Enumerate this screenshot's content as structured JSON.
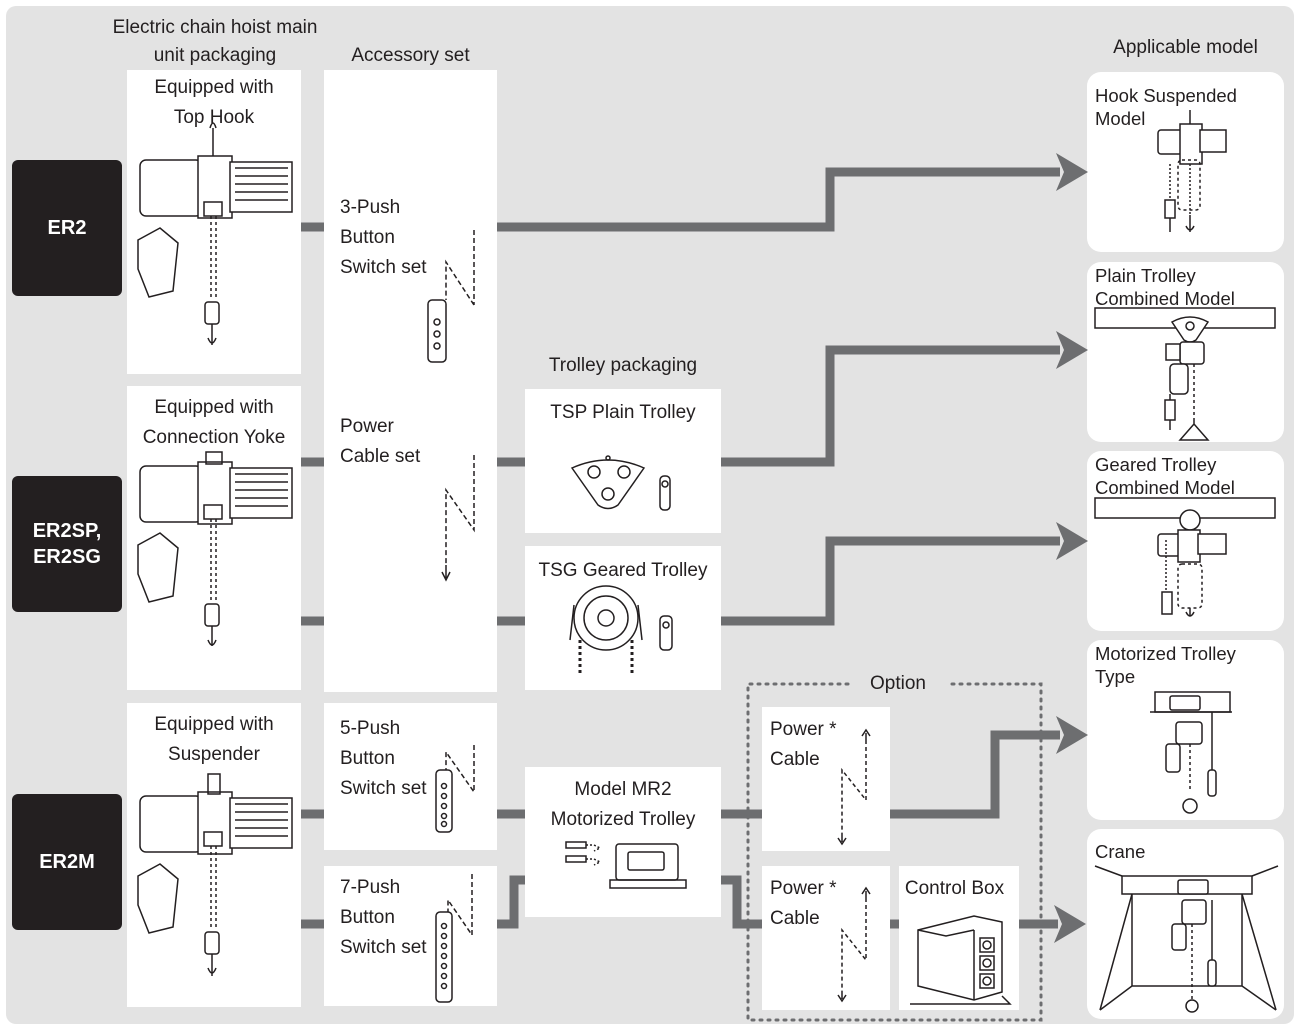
{
  "headers": {
    "main_unit": "Electric chain hoist main\nunit packaging",
    "accessory": "Accessory set",
    "trolley": "Trolley packaging",
    "applicable": "Applicable model",
    "option": "Option"
  },
  "models": [
    "ER2",
    "ER2SP,\nER2SG",
    "ER2M"
  ],
  "hoist_units": [
    "Equipped with\nTop Hook",
    "Equipped with\nConnection Yoke",
    "Equipped with\nSuspender"
  ],
  "accessories": [
    "3-Push\nButton\nSwitch set",
    "Power\nCable set",
    "5-Push\nButton\nSwitch set",
    "7-Push\nButton\nSwitch set"
  ],
  "trolleys": [
    "TSP Plain Trolley",
    "TSG Geared Trolley",
    "Model MR2\nMotorized Trolley"
  ],
  "options": {
    "power_cable_1": "Power *\nCable",
    "power_cable_2": "Power *\nCable",
    "control_box": "Control Box"
  },
  "applicable_models": [
    "Hook Suspended\nModel",
    "Plain Trolley\nCombined Model",
    "Geared Trolley\nCombined Model",
    "Motorized Trolley\nType",
    "Crane"
  ],
  "colors": {
    "background": "#e3e3e3",
    "model_box": "#231f20",
    "connector": "#6d6e70",
    "box": "#ffffff"
  }
}
